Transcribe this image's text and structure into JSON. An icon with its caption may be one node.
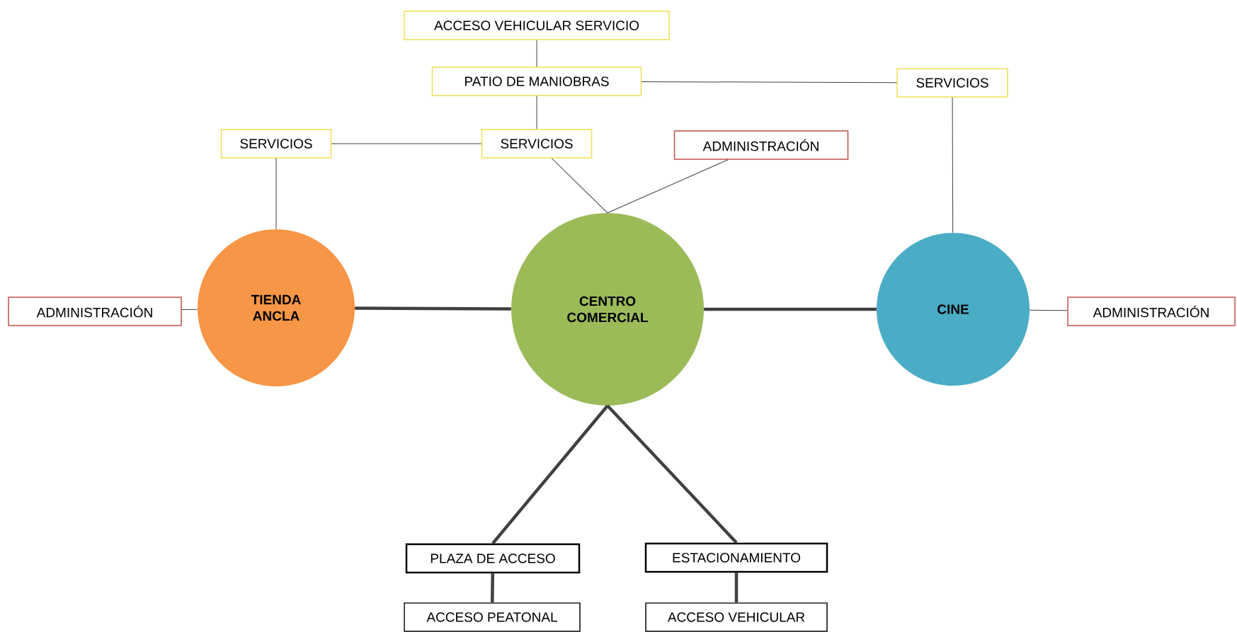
{
  "diagram": {
    "nodes": [
      {
        "text": [
          "ACCESO VEHICULAR SERVICIO"
        ]
      },
      {
        "text": [
          "PATIO DE MANIOBRAS"
        ]
      },
      {
        "text": [
          "SERVICIOS"
        ]
      },
      {
        "text": [
          "SERVICIOS"
        ]
      },
      {
        "text": [
          "SERVICIOS"
        ]
      },
      {
        "text": [
          "ADMINISTRACIÓN"
        ]
      },
      {
        "text": [
          "ADMINISTRACIÓN"
        ]
      },
      {
        "text": [
          "TIENDA ANCLA"
        ]
      },
      {
        "text": [
          "CENTRO COMERCIAL"
        ]
      },
      {
        "text": [
          "CINE"
        ]
      },
      {
        "text": [
          "ADMINISTRACIÓN"
        ]
      },
      {
        "text": [
          "PLAZA DE ACCESO"
        ]
      },
      {
        "text": [
          "ESTACIONAMIENTO"
        ]
      },
      {
        "text": [
          "ACCESO PEATONAL"
        ]
      },
      {
        "text": [
          "ACCESO VEHICULAR"
        ]
      }
    ],
    "edges": [
      {
        "from": 0,
        "to": 1,
        "arrow": "none"
      },
      {
        "from": 1,
        "to": 4,
        "arrow": "none"
      },
      {
        "from": 1,
        "to": 2,
        "arrow": "none"
      },
      {
        "from": 3,
        "to": 4,
        "arrow": "none"
      },
      {
        "from": 3,
        "to": 7,
        "arrow": "none"
      },
      {
        "from": 4,
        "to": 8,
        "arrow": "none"
      },
      {
        "from": 5,
        "to": 8,
        "arrow": "none"
      },
      {
        "from": 2,
        "to": 9,
        "arrow": "none"
      },
      {
        "from": 6,
        "to": 7,
        "arrow": "none"
      },
      {
        "from": 7,
        "to": 8,
        "arrow": "none",
        "style": "thick"
      },
      {
        "from": 8,
        "to": 9,
        "arrow": "none",
        "style": "thick"
      },
      {
        "from": 9,
        "to": 10,
        "arrow": "none"
      },
      {
        "from": 8,
        "to": 11,
        "arrow": "none",
        "style": "thick"
      },
      {
        "from": 8,
        "to": 12,
        "arrow": "none",
        "style": "thick"
      },
      {
        "from": 11,
        "to": 13,
        "arrow": "none",
        "style": "thick"
      },
      {
        "from": 12,
        "to": 14,
        "arrow": "none",
        "style": "thick"
      }
    ]
  }
}
